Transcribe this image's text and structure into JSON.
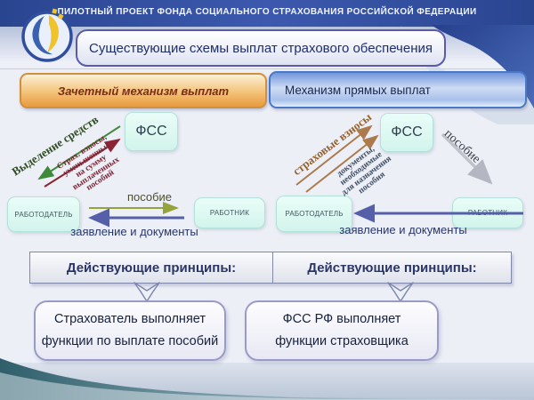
{
  "slide": {
    "banner": "ПИЛОТНЫЙ ПРОЕКТ ФОНДА СОЦИАЛЬНОГО СТРАХОВАНИЯ РОССИЙСКОЙ ФЕДЕРАЦИИ",
    "title": "Существующие схемы выплат страхового обеспечения"
  },
  "left": {
    "header": "Зачетный механизм выплат",
    "fss": "ФСС",
    "employer": "РАБОТОДАТЕЛЬ",
    "worker": "РАБОТНИК",
    "allocation": "Выделение средств",
    "contrib": [
      "Страх. взносы,",
      "уменьшенные",
      "на сумму",
      "выплаченных",
      "пособий"
    ],
    "benefit": "пособие",
    "application": "заявление и документы",
    "principles": "Действующие принципы:",
    "result": [
      "Страхователь выполняет",
      "функции по выплате пособий"
    ]
  },
  "right": {
    "header": "Механизм прямых выплат",
    "fss": "ФСС",
    "employer": "РАБОТОДАТЕЛЬ",
    "worker": "РАБОТНИК",
    "contrib": "страховые взносы",
    "docs": [
      "документы,",
      "необходимые",
      "для назначения",
      "пособия"
    ],
    "benefit": "пособие",
    "application": "заявление и документы",
    "principles": "Действующие принципы:",
    "result": [
      "ФСС РФ выполняет",
      "функции страховщика"
    ]
  },
  "colors": {
    "header_navy": "#2a4590",
    "accent_orange": "#e89a3e",
    "accent_blue": "#7096dc",
    "box_cyan": "#d9f7f0",
    "arrow_green": "#3e8a3a",
    "arrow_maroon": "#8b2535",
    "arrow_olive": "#96a33a",
    "arrow_purple": "#5560a8",
    "arrow_brown": "#ab7b4d",
    "arrow_silver": "#c0c2cc"
  }
}
